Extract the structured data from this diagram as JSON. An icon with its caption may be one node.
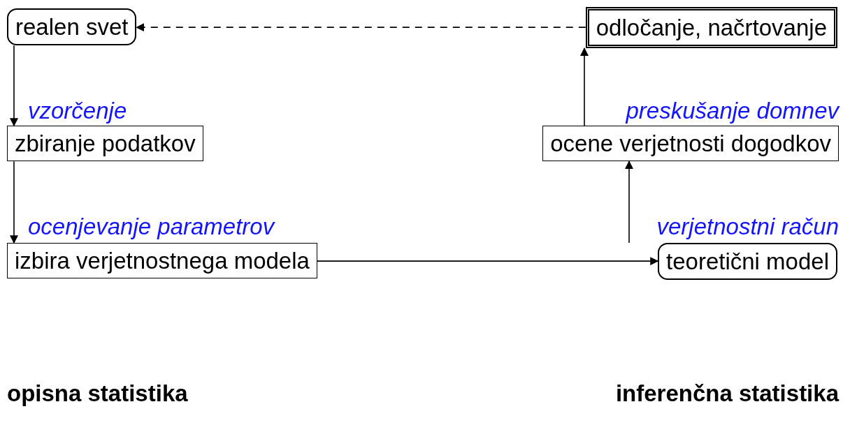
{
  "diagram": {
    "nodes": [
      {
        "text": [
          "realen svet"
        ]
      },
      {
        "text": [
          "odločanje, načrtovanje"
        ]
      },
      {
        "text": [
          "zbiranje podatkov"
        ]
      },
      {
        "text": [
          "ocene verjetnosti dogodkov"
        ]
      },
      {
        "text": [
          "izbira verjetnostnega modela"
        ]
      },
      {
        "text": [
          "teoretični model"
        ]
      }
    ],
    "edges": [
      {
        "from": 1,
        "to": 0,
        "arrow": "to",
        "style": "dashed"
      },
      {
        "from": 0,
        "to": 2,
        "arrow": "to",
        "label": "vzorčenje"
      },
      {
        "from": 2,
        "to": 4,
        "arrow": "to",
        "label": "ocenjevanje parametrov"
      },
      {
        "from": 4,
        "to": 5,
        "arrow": "to"
      },
      {
        "from": 5,
        "to": 3,
        "arrow": "to",
        "label": "verjetnostni račun"
      },
      {
        "from": 3,
        "to": 1,
        "arrow": "to",
        "label": "preskušanje domnev"
      }
    ],
    "labels": [
      "opisna statistika",
      "inferenčna statistika"
    ]
  }
}
